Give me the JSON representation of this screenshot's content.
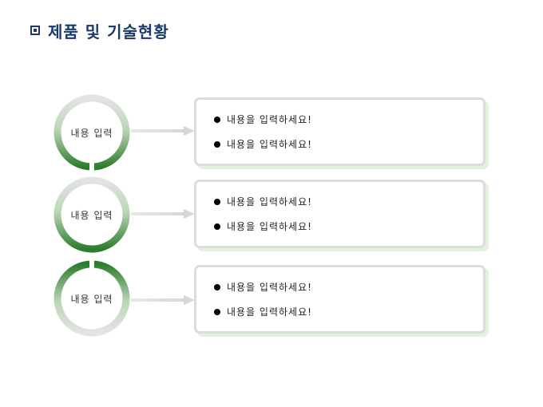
{
  "header": {
    "title": "제품 및 기술현황"
  },
  "rows": [
    {
      "circle_label": "내용 입력",
      "items": [
        "내용을 입력하세요!",
        "내용을 입력하세요!"
      ]
    },
    {
      "circle_label": "내용 입력",
      "items": [
        "내용을 입력하세요!",
        "내용을 입력하세요!"
      ]
    },
    {
      "circle_label": "내용 입력",
      "items": [
        "내용을 입력하세요!",
        "내용을 입력하세요!"
      ]
    }
  ],
  "colors": {
    "title": "#1b3a6b",
    "accent_green": "#2e7d2e",
    "ring_gray": "#dedede",
    "box_border": "#dcdcdc",
    "box_shadow": "#e2f2dc"
  }
}
